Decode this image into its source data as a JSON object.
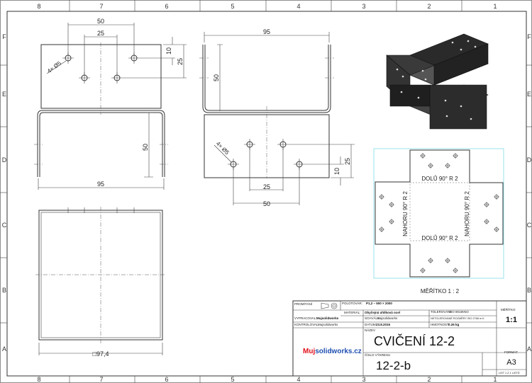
{
  "border": {
    "zones_columns": [
      "8",
      "7",
      "6",
      "5",
      "4",
      "3",
      "2",
      "1"
    ],
    "zones_rows": [
      "F",
      "E",
      "D",
      "C",
      "B",
      "A"
    ]
  },
  "front_view": {
    "dims": {
      "hole_span_outer": "50",
      "hole_span_inner": "25",
      "edge_10": "10",
      "edge_25": "25",
      "height": "50",
      "width": "95",
      "holes": "4× Ø5"
    }
  },
  "side_view": {
    "dims": {
      "width": "95",
      "height": "50",
      "hole_span_inner": "25",
      "hole_span_outer": "50",
      "edge_10": "10",
      "edge_25": "25",
      "holes": "4× Ø5"
    }
  },
  "top_view": {
    "dims": {
      "square": "□97,4"
    }
  },
  "flat_pattern": {
    "bend_top": "DOLŮ  90°  R 2",
    "bend_bottom": "DOLŮ  90°  R 2",
    "bend_left": "NAHORU  90°  R 2",
    "bend_right": "NAHORU  90°  R 2",
    "scale_label": "MĚŘÍTKO 1 : 2",
    "outline_color": "#7fdde6"
  },
  "title_block": {
    "promitani": "PROMÍTÁNÍ",
    "polotovar_label": "POLOTOVAR:",
    "polotovar": "P1,2 – 500 × 2000",
    "material_label": "MATERIÁL:",
    "material": "Obyčejná uhlíková ocel",
    "tolerovani_label": "TOLEROVÁNÍ",
    "tolerovani_std": "ISO 8015",
    "tolerovani_val": "ANO",
    "meritko_label": "MĚŘÍTKO",
    "meritko": "1:1",
    "vypracoval_label": "VYPRACOVAL:",
    "vypracoval": "Mujsolidworks",
    "schvalil_label": "SCHVÁLIL:",
    "schvalil": "Mujsolidworks",
    "netolerovane": "NETOLEROVANÉ ROZMĚRY ISO 2768 m K",
    "kontroloval_label": "KONTROLOVAL:",
    "kontroloval": "Mujsolidworks",
    "datum_label": "DATUM:",
    "datum": "23.8.2016",
    "hmotnost_label": "HMOTNOST:",
    "hmotnost": "0.26 kg",
    "nazev_label": "NÁZEV",
    "nazev": "CVIČENÍ 12-2",
    "logo_part1": "Muj",
    "logo_part2": "solidworks.cz",
    "cislo_label": "ČÍSLO VÝKRESU",
    "cislo": "12-2-b",
    "format_label": "FORMÁT",
    "format": "A3",
    "list": "LIST  1  Z  1  LISTŮ",
    "logo_colors": {
      "red": "#e0101a",
      "blue": "#1f4fb0"
    }
  }
}
